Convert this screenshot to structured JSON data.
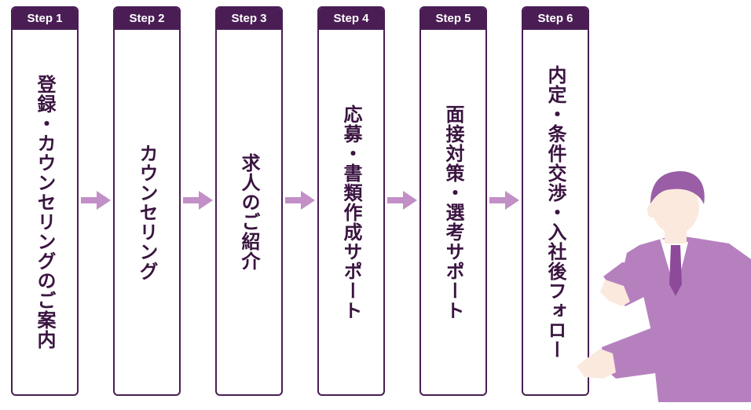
{
  "steps": [
    {
      "label": "Step 1",
      "text": "登録・カウンセリングのご案内"
    },
    {
      "label": "Step 2",
      "text": "カウンセリング"
    },
    {
      "label": "Step 3",
      "text": "求人のご紹介"
    },
    {
      "label": "Step 4",
      "text": "応募・書類作成サポート"
    },
    {
      "label": "Step 5",
      "text": "面接対策・選考サポート"
    },
    {
      "label": "Step 6",
      "text": "内定・条件交渉・入社後フォロー"
    }
  ],
  "colors": {
    "header": "#4a1e54",
    "arrow": "#c28fc6",
    "suit": "#b680bf",
    "hair": "#9a5ea6",
    "skin": "#fbe9dd"
  },
  "icons": {
    "arrow": "arrow-right-icon",
    "person": "businessman-illustration"
  }
}
